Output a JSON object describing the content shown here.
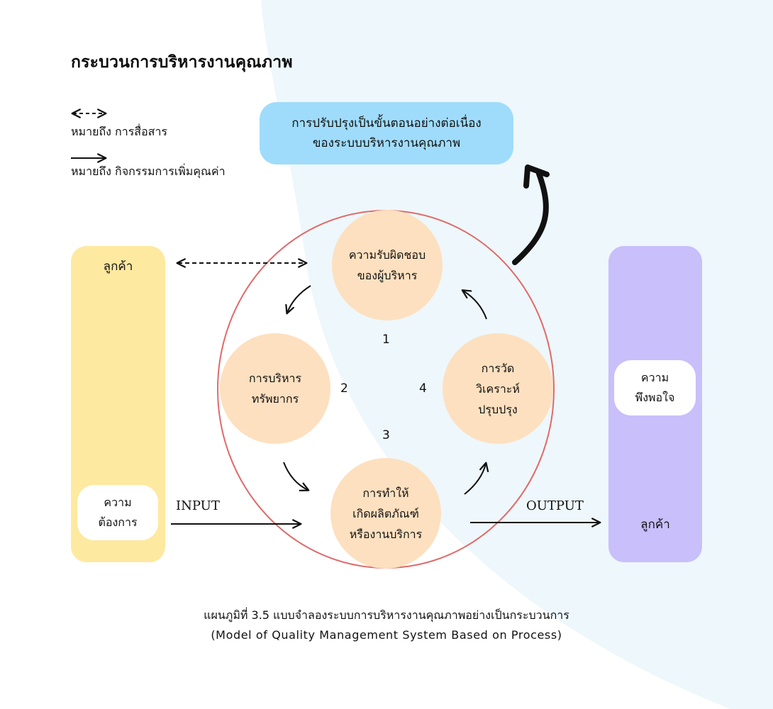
{
  "title": "กระบวนการบริหารงานคุณภาพ",
  "legend": {
    "dashed_meaning": "หมายถึง การสื่อสาร",
    "solid_meaning": "หมายถึง กิจกรรมการเพิ่มคุณค่า"
  },
  "improvement_box": {
    "line1": "การปรับปรุงเป็นขั้นตอนอย่างต่อเนื่อง",
    "line2": "ของระบบบริหารงานคุณภาพ"
  },
  "left_column": {
    "label": "ลูกค้า",
    "card_line1": "ความ",
    "card_line2": "ต้องการ"
  },
  "right_column": {
    "label": "ลูกค้า",
    "card_line1": "ความ",
    "card_line2": "พึงพอใจ"
  },
  "nodes": [
    {
      "number": "1",
      "line1": "ความรับผิดชอบ",
      "line2": "ของผู้บริหาร",
      "line3": ""
    },
    {
      "number": "2",
      "line1": "การบริหาร",
      "line2": "ทรัพยากร",
      "line3": ""
    },
    {
      "number": "3",
      "line1": "การทำให้",
      "line2": "เกิดผลิตภัณฑ์",
      "line3": "หรืองานบริการ"
    },
    {
      "number": "4",
      "line1": "การวัด",
      "line2": "วิเคราะห์",
      "line3": "ปรุบปรุง"
    }
  ],
  "flow": {
    "input_label": "INPUT",
    "output_label": "OUTPUT"
  },
  "caption": {
    "line1": "แผนภูมิที่ 3.5 แบบจำลองระบบการบริหารงานคุณภาพอย่างเป็นกระบวนการ",
    "line2": "(Model of Quality Management System Based on Process)"
  },
  "colors": {
    "background_shape": "#eef7fb",
    "improvement_box": "#9fdcfb",
    "left_column": "#fde9a0",
    "right_column": "#c8bffb",
    "node_fill": "#fde0bf",
    "process_ring": "#e06a6a",
    "arrow": "#111111"
  }
}
